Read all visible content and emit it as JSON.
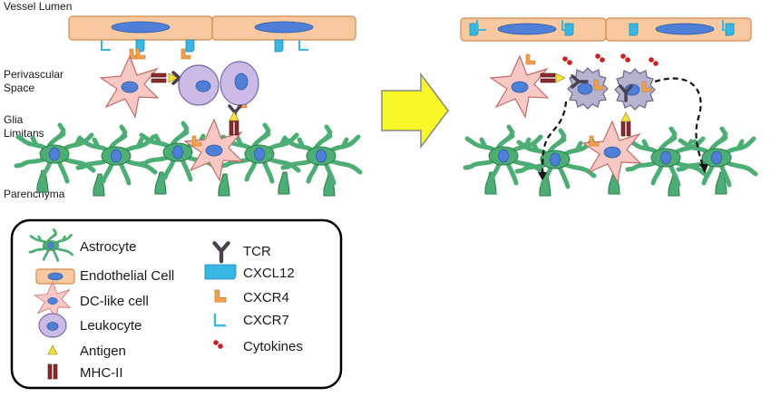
{
  "labels": {
    "vessel_lumen": "Vessel Lumen",
    "perivascular_line1": "Perivascular",
    "perivascular_line2": "Space",
    "glia_line1": "Glia",
    "glia_line2": "Limitans",
    "parenchyma": "Parenchyma"
  },
  "legend": {
    "left": [
      {
        "key": "astrocyte",
        "label": "Astrocyte"
      },
      {
        "key": "endothelial",
        "label": "Endothelial Cell"
      },
      {
        "key": "dc",
        "label": "DC-like cell"
      },
      {
        "key": "leukocyte",
        "label": "Leukocyte"
      },
      {
        "key": "antigen",
        "label": "Antigen"
      },
      {
        "key": "mhc",
        "label": "MHC-II"
      }
    ],
    "right": [
      {
        "key": "tcr",
        "label": "TCR"
      },
      {
        "key": "cxcl12",
        "label": "CXCL12"
      },
      {
        "key": "cxcr4",
        "label": "CXCR4"
      },
      {
        "key": "cxcr7",
        "label": "CXCR7"
      },
      {
        "key": "cytokines",
        "label": "Cytokines"
      }
    ]
  },
  "colors": {
    "endothelial_fill": "#f8c9a0",
    "endothelial_stroke": "#d48a4e",
    "nucleus": "#4f7fd6",
    "astro_fill": "#4cae74",
    "astro_stroke": "#2b7c4c",
    "dc_fill": "#f8c9c4",
    "dc_stroke": "#c46a6a",
    "leuko_fill": "#cbbbe6",
    "leuko_stroke": "#7d68aa",
    "activated_fill": "#b7b3cf",
    "cxcl12": "#39b7e2",
    "cxcr4": "#f3a14a",
    "tcr": "#4a3f55",
    "mhc": "#8c2b2b",
    "antigen": "#f5e33a",
    "cytokine": "#cc2020",
    "arrow_fill": "#f7f72a",
    "arrow_stroke": "#8a8a7a"
  }
}
